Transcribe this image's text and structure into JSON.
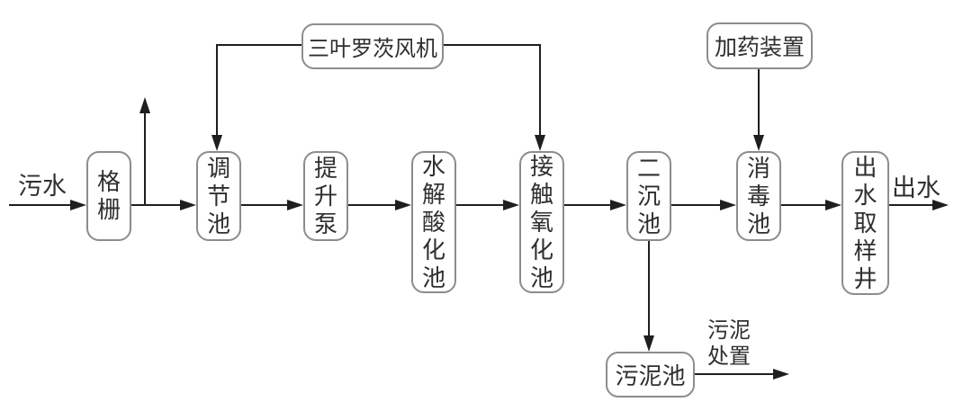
{
  "colors": {
    "background": "#ffffff",
    "flow_line": "#1f1f1f",
    "box_border": "#8c8c8c",
    "text": "#2f2f2f"
  },
  "labels": {
    "influent": "污水",
    "effluent": "出水",
    "sludge_disposal": [
      "污泥",
      "处置"
    ]
  },
  "nodes": {
    "screen": "格栅",
    "regulating_tank": "调节池",
    "lift_pump": "提升泵",
    "hydrolysis_acidification_tank": "水解酸化池",
    "contact_oxidation_tank": "接触氧化池",
    "secondary_sedimentation_tank": "二沉池",
    "disinfection_tank": "消毒池",
    "effluent_sampling_well": "出水取样井",
    "roots_blower": "三叶罗茨风机",
    "dosing_device": "加药装置",
    "sludge_tank": "污泥池"
  }
}
